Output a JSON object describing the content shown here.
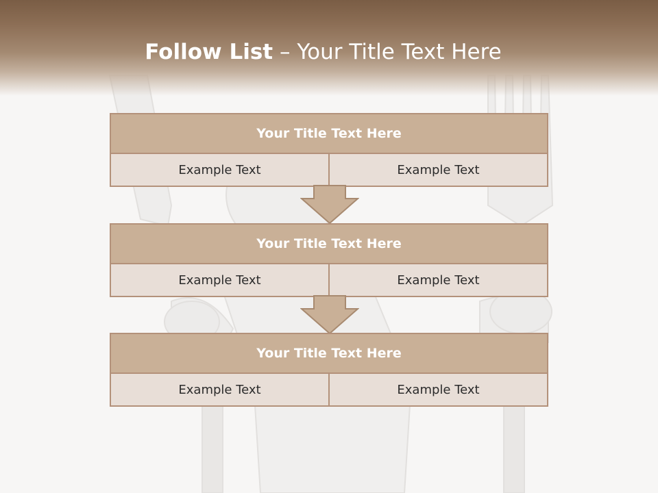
{
  "slide": {
    "title_bold": "Follow List",
    "title_rest": "– Your Title Text Here",
    "blocks": [
      {
        "title": "Your Title Text Here",
        "left_text": "Example Text",
        "right_text": "Example Text"
      },
      {
        "title": "Your Title Text Here",
        "left_text": "Example Text",
        "right_text": "Example Text"
      },
      {
        "title": "Your Title Text Here",
        "left_text": "Example Text",
        "right_text": "Example Text"
      }
    ]
  },
  "colors": {
    "header_brown": "#7a5d45",
    "block_header": "#c9b097",
    "block_row": "#e8ded7",
    "border": "#b3917a",
    "background": "#f7f6f5"
  },
  "icons": [
    "down-arrow-icon",
    "down-arrow-icon"
  ]
}
